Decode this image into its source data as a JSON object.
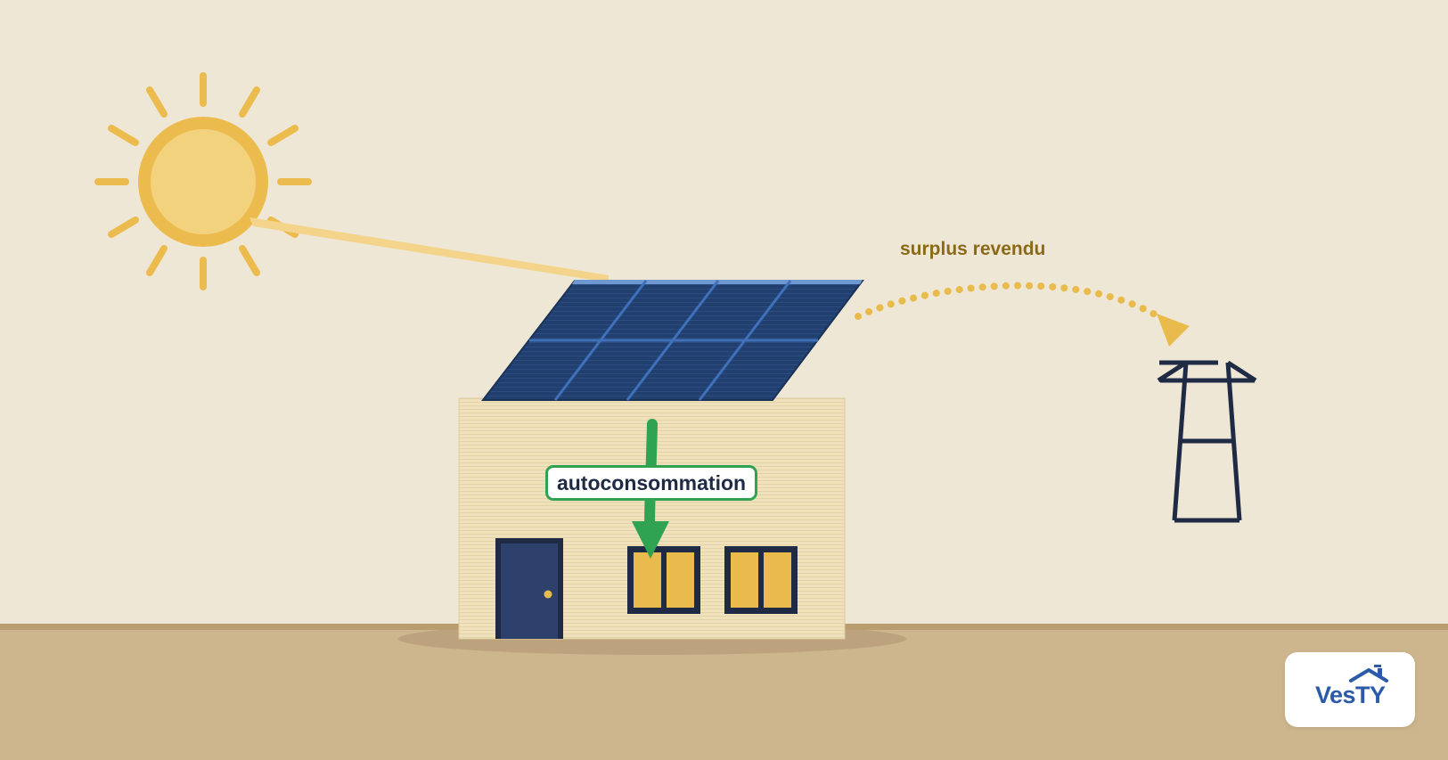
{
  "labels": {
    "surplus": "surplus revendu",
    "self_consumption": "autoconsommation"
  },
  "logo": {
    "text": "VesTY"
  },
  "colors": {
    "background": "#efe7d6",
    "ground": "#cdb68e",
    "sun": "#f3d27d",
    "sun_ring": "#ecbb4e",
    "panel": "#21406f",
    "panel_grid": "#3f70ba",
    "house_wall": "#eee1bc",
    "door": "#2e416d",
    "window": "#e8bb4c",
    "self_consumption_arrow": "#2fa352",
    "surplus_arrow": "#e8bb4c",
    "pylon": "#1f2a44",
    "logo_blue": "#2a5aa8"
  },
  "icons": [
    "sun-icon",
    "solar-panel-icon",
    "house-icon",
    "power-pylon-icon",
    "logo-house-roof-icon"
  ]
}
